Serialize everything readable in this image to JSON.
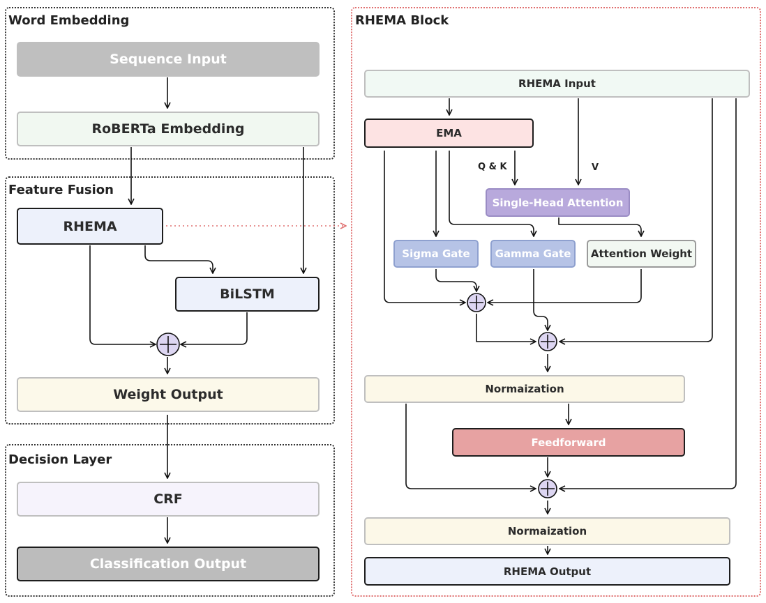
{
  "groups": {
    "word_embedding": "Word Embedding",
    "feature_fusion": "Feature Fusion",
    "decision_layer": "Decision Layer",
    "rhema_block": "RHEMA Block"
  },
  "left": {
    "sequence_input": "Sequence Input",
    "roberta": "RoBERTa Embedding",
    "rhema": "RHEMA",
    "bilstm": "BiLSTM",
    "weight_output": "Weight Output",
    "crf": "CRF",
    "classification_output": "Classification Output"
  },
  "right": {
    "rhema_input": "RHEMA Input",
    "ema": "EMA",
    "qk_label": "Q & K",
    "v_label": "V",
    "single_head_attention": "Single-Head Attention",
    "sigma_gate": "Sigma Gate",
    "gamma_gate": "Gamma Gate",
    "attention_weight": "Attention Weight",
    "normalization_1": "Normaization",
    "feedforward": "Feedforward",
    "normalization_2": "Normaization",
    "rhema_output": "RHEMA Output"
  },
  "colors": {
    "sequence_input": "#bfbfbf",
    "roberta": "#f1f8f1",
    "rhema": "#edf1fb",
    "bilstm": "#edf1fb",
    "weight_output": "#fcf9ea",
    "crf": "#f6f3fc",
    "classification_output": "#bcbcbc",
    "rhema_input": "#f1f9f4",
    "ema": "#fde3e3",
    "single_head_attention": "#b8a9dc",
    "sigma_gate": "#b6c3e6",
    "gamma_gate": "#b6c3e6",
    "attention_weight": "#f2f8f2",
    "normalization": "#fcf8e8",
    "feedforward": "#e7a2a2",
    "rhema_output": "#edf1fb",
    "adder": "#ddd6f2",
    "connector_dotted": "#e07070"
  }
}
